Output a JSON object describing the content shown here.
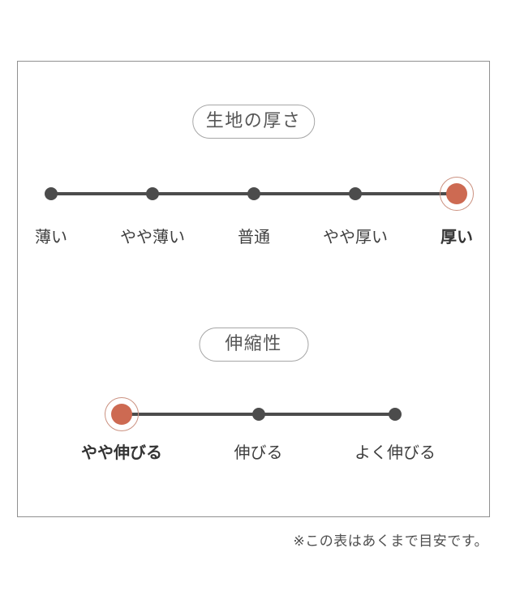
{
  "colors": {
    "accent": "#cd6a52",
    "accent_ring": "#cb9180",
    "dot": "#4c4c4c",
    "line": "#4c4c4c",
    "panel_border": "#909090",
    "pill_border": "#a6a6a6",
    "pill_text": "#565656",
    "text": "#3e3e3e",
    "text_strong": "#343434",
    "footnote": "#4f4f4f"
  },
  "footnote": "※この表はあくまで目安です。",
  "chart_data": [
    {
      "type": "scale",
      "title": "生地の厚さ",
      "categories": [
        "薄い",
        "やや薄い",
        "普通",
        "やや厚い",
        "厚い"
      ],
      "selected": "厚い",
      "selected_index": 4,
      "num_points": 5
    },
    {
      "type": "scale",
      "title": "伸縮性",
      "categories": [
        "やや伸びる",
        "伸びる",
        "よく伸びる"
      ],
      "selected": "やや伸びる",
      "selected_index": 0,
      "num_points": 3
    }
  ]
}
